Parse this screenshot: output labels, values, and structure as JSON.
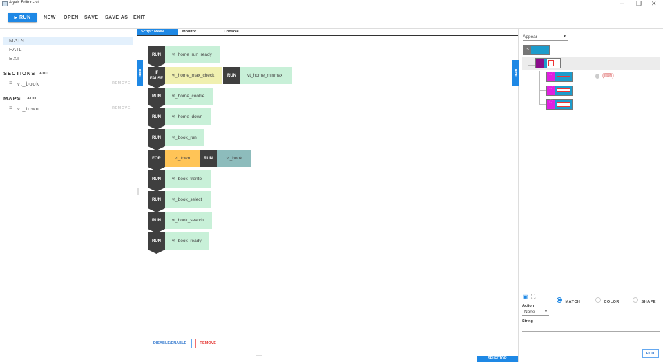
{
  "window": {
    "title": "Alyvix Editor - vt",
    "controls": [
      "minimize-icon",
      "restore-icon",
      "close-icon"
    ]
  },
  "toolbar": {
    "run": "RUN",
    "new": "NEW",
    "open": "OPEN",
    "save": "SAVE",
    "save_as": "SAVE AS",
    "exit": "EXIT"
  },
  "left": {
    "scripts": [
      "MAIN",
      "FAIL",
      "EXIT"
    ],
    "sections": {
      "title": "SECTIONS",
      "add": "ADD",
      "items": [
        {
          "label": "vt_book",
          "remove": "REMOVE"
        }
      ]
    },
    "maps": {
      "title": "MAPS",
      "add": "ADD",
      "items": [
        {
          "label": "vt_town",
          "remove": "REMOVE"
        }
      ]
    }
  },
  "tabs": [
    "Script: MAIN",
    "Monitor",
    "Console"
  ],
  "hide_label": "HIDE",
  "script": {
    "rows": [
      {
        "kw": "RUN",
        "name": "vt_home_run_ready"
      },
      {
        "kw": "IF FALSE",
        "name": "vt_home_max_check",
        "kw2": "RUN",
        "name2": "vt_home_minmax"
      },
      {
        "kw": "RUN",
        "name": "vt_home_cookie"
      },
      {
        "kw": "RUN",
        "name": "vt_home_down"
      },
      {
        "kw": "RUN",
        "name": "vt_book_run"
      },
      {
        "kw": "FOR",
        "name": "vt_town",
        "kw2": "RUN",
        "name2": "vt_book"
      },
      {
        "kw": "RUN",
        "name": "vt_book_trento"
      },
      {
        "kw": "RUN",
        "name": "vt_book_select"
      },
      {
        "kw": "RUN",
        "name": "vt_book_search"
      },
      {
        "kw": "RUN",
        "name": "vt_book_ready"
      }
    ],
    "disable_enable": "DISABLE/ENABLE",
    "remove": "REMOVE",
    "selector": "SELECTOR"
  },
  "right": {
    "dropdown": "Appear",
    "tree_root_label": "S",
    "match": "MATCH",
    "color": "COLOR",
    "shape": "SHAPE",
    "selected_mode": "MATCH",
    "action_label": "Action",
    "action_value": "None",
    "string_label": "String",
    "string_value": "",
    "edit": "EDIT"
  },
  "colors": {
    "accent": "#1e88e5",
    "run_block": "#c8f0d8",
    "if_block": "#f0f0b0",
    "for_block": "#ffc457",
    "map_run": "#8dbcbc",
    "dark": "#3f3f3f"
  }
}
